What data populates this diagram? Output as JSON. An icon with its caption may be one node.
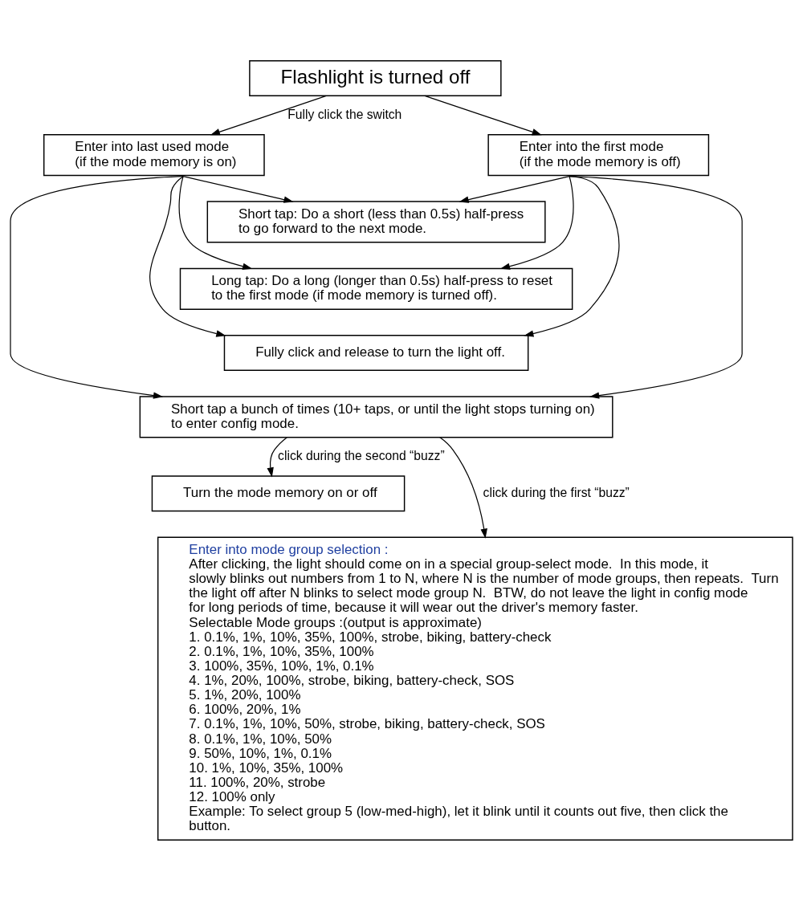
{
  "diagram": {
    "nodes": [
      {
        "text": [
          "Flashlight is turned off"
        ]
      },
      {
        "text": [
          "Enter into last used mode (if the mode memory is on)"
        ]
      },
      {
        "text": [
          "Enter into the first mode (if the mode memory is off)"
        ]
      },
      {
        "text": [
          "Short tap: Do a short (less than 0.5s) half-press to go forward to the next mode."
        ]
      },
      {
        "text": [
          "Long tap: Do a long (longer than 0.5s) half-press to reset to the first mode (if mode memory is turned off)."
        ]
      },
      {
        "text": [
          "Fully click and release to turn the light off."
        ]
      },
      {
        "text": [
          "Short tap a bunch of times (10+ taps, or until the light stops turning on) to enter config mode."
        ]
      },
      {
        "text": [
          "Turn the mode memory on or off"
        ]
      },
      {
        "text": [
          "Enter into mode group selection :",
          "After clicking, the light should come on in a special group-select mode.  In this mode, it slowly blinks out numbers from 1 to N, where N is the number of mode groups, then repeats.  Turn the light off after N blinks to select mode group N.  BTW, do not leave the light in config mode for long periods of time, because it will wear out the driver's memory faster.",
          "Selectable Mode groups :(output is approximate)",
          "1. 0.1%, 1%, 10%, 35%, 100%, strobe, biking, battery-check",
          "2. 0.1%, 1%, 10%, 35%, 100%",
          "3. 100%, 35%, 10%, 1%, 0.1%",
          "4. 1%, 20%, 100%, strobe, biking, battery-check, SOS",
          "5. 1%, 20%, 100%",
          "6. 100%, 20%, 1%",
          "7. 0.1%, 1%, 10%, 50%, strobe, biking, battery-check, SOS",
          "8. 0.1%, 1%, 10%, 50%",
          "9. 50%, 10%, 1%, 0.1%",
          "10. 1%, 10%, 35%, 100%",
          "11. 100%, 20%, strobe",
          "12. 100% only",
          "Example: To select group 5 (low-med-high), let it blink until it counts out five, then click the button."
        ]
      }
    ],
    "edges": [
      {
        "from": 0,
        "to": 1,
        "arrow": "to",
        "label": "Fully click the switch"
      },
      {
        "from": 0,
        "to": 2,
        "arrow": "to"
      },
      {
        "from": 1,
        "to": 3,
        "arrow": "to"
      },
      {
        "from": 1,
        "to": 4,
        "arrow": "to"
      },
      {
        "from": 1,
        "to": 5,
        "arrow": "to"
      },
      {
        "from": 1,
        "to": 6,
        "arrow": "to"
      },
      {
        "from": 2,
        "to": 3,
        "arrow": "to"
      },
      {
        "from": 2,
        "to": 4,
        "arrow": "to"
      },
      {
        "from": 2,
        "to": 5,
        "arrow": "to"
      },
      {
        "from": 2,
        "to": 6,
        "arrow": "to"
      },
      {
        "from": 6,
        "to": 8,
        "arrow": "to",
        "label": "click during the first “buzz”"
      },
      {
        "from": 6,
        "to": 7,
        "arrow": "to",
        "label": "click during the second “buzz”"
      }
    ]
  }
}
